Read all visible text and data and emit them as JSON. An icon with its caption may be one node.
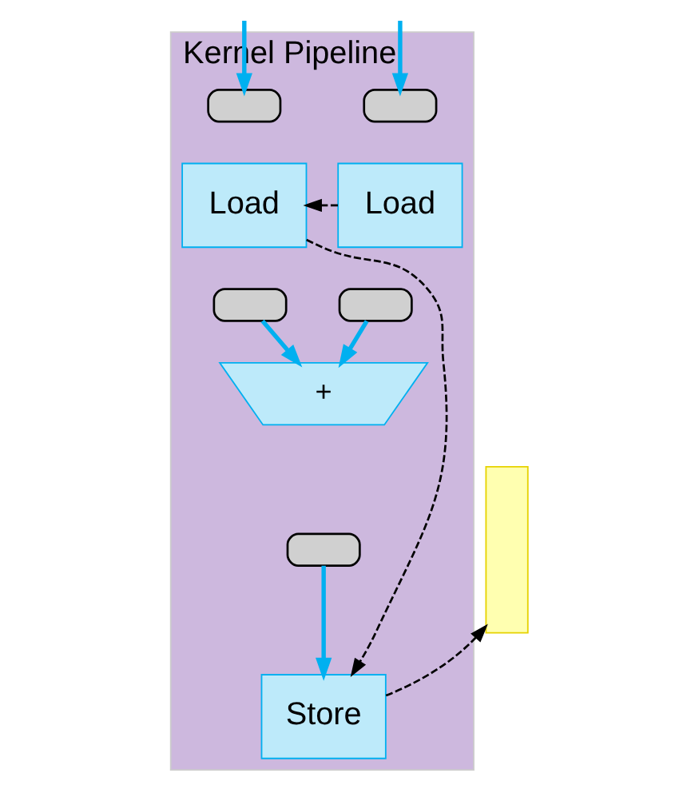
{
  "diagram": {
    "nodes": [
      {
        "text": [
          "Kernel Pipeline"
        ]
      },
      {
        "text": [],
        "shape": "box",
        "in": 0
      },
      {
        "text": [],
        "shape": "box",
        "in": 0
      },
      {
        "text": [
          "Load"
        ],
        "in": 0
      },
      {
        "text": [
          "Load"
        ],
        "in": 0
      },
      {
        "text": [],
        "shape": "box",
        "in": 0
      },
      {
        "text": [],
        "shape": "box",
        "in": 0
      },
      {
        "text": [
          "+"
        ],
        "in": 0
      },
      {
        "text": [],
        "shape": "box",
        "in": 0
      },
      {
        "text": [
          "Store"
        ],
        "in": 0
      },
      {
        "text": [],
        "shape": "box"
      }
    ],
    "edges": [
      {
        "from": null,
        "to": 1,
        "arrow": "to"
      },
      {
        "from": null,
        "to": 2,
        "arrow": "to"
      },
      {
        "from": 5,
        "to": 7,
        "arrow": "to"
      },
      {
        "from": 6,
        "to": 7,
        "arrow": "to"
      },
      {
        "from": 8,
        "to": 9,
        "arrow": "to"
      },
      {
        "from": 4,
        "to": 3,
        "arrow": "to",
        "style": "dashed",
        "color": "#000000"
      },
      {
        "from": 3,
        "to": 9,
        "arrow": "to",
        "style": "dashed",
        "color": "#000000"
      },
      {
        "from": 9,
        "to": 10,
        "arrow": "to",
        "style": "dashed",
        "color": "#000000"
      }
    ]
  }
}
